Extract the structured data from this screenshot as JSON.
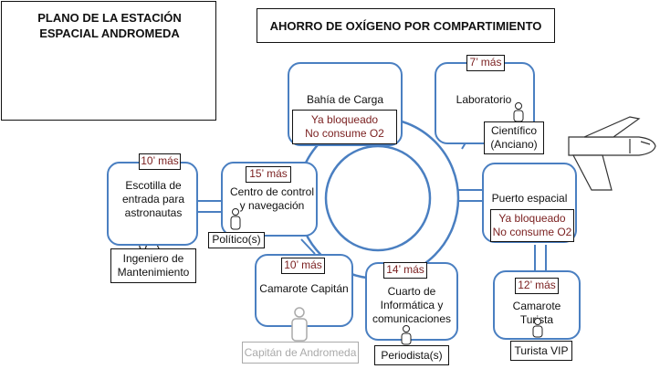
{
  "plan_title": "PLANO DE LA ESTACIÓN ESPACIAL ANDROMEDA",
  "diagram_title": "AHORRO DE OXÍGENO POR COMPARTIMIENTO",
  "icons": {
    "station": "space-station-icon",
    "person": "person-icon",
    "astronaut": "astronaut-icon",
    "shuttle": "space-shuttle-icon"
  },
  "colors": {
    "room_border": "#4a7fc1",
    "tag_text": "#7a1f1f",
    "faded": "#aaaaaa"
  },
  "rooms": {
    "cargo": {
      "name": "Bahía de Carga",
      "status_line1": "Ya bloqueado",
      "status_line2": "No consume O2"
    },
    "lab": {
      "name": "Laboratorio",
      "time": "7’ más",
      "person": "Científico (Anciano)"
    },
    "hatch": {
      "name": "Escotilla de entrada para astronautas",
      "time": "10’ más",
      "person": "Ingeniero de Mantenimiento"
    },
    "control": {
      "name": "Centro de control y navegación",
      "time": "15’ más",
      "person": "Político(s)"
    },
    "port": {
      "name": "Puerto espacial",
      "status_line1": "Ya bloqueado",
      "status_line2": "No consume O2"
    },
    "captain": {
      "name": "Camarote Capitán",
      "time": "10’ más",
      "person": "Capitán de Andromeda"
    },
    "it": {
      "name": "Cuarto de Informática y comunicaciones",
      "time": "14’ más",
      "person": "Periodista(s)"
    },
    "tourist": {
      "name": "Camarote Turista",
      "time": "12’ más",
      "person": "Turista VIP"
    }
  }
}
